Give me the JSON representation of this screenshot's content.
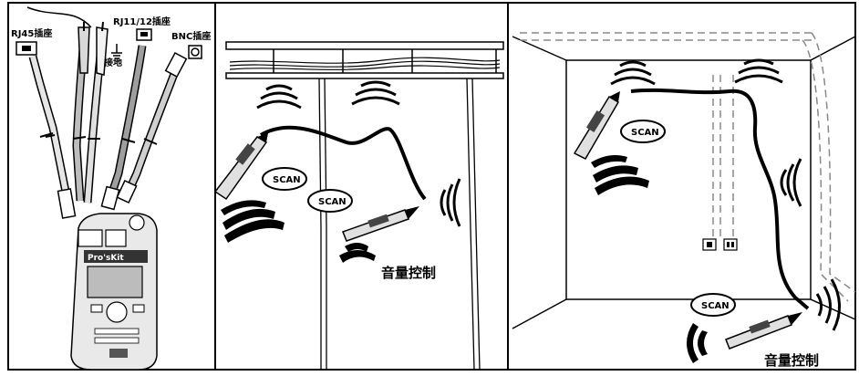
{
  "panel1": {
    "labels": {
      "rj45": "RJ45插座",
      "rj11": "RJ11/12插座",
      "ground": "接地",
      "bnc": "BNC插座"
    },
    "device_brand": "Pro'sKit"
  },
  "panel2": {
    "scan_a": "SCAN",
    "scan_b": "SCAN",
    "volume": "音量控制"
  },
  "panel3": {
    "scan_a": "SCAN",
    "scan_b": "SCAN",
    "volume": "音量控制"
  }
}
